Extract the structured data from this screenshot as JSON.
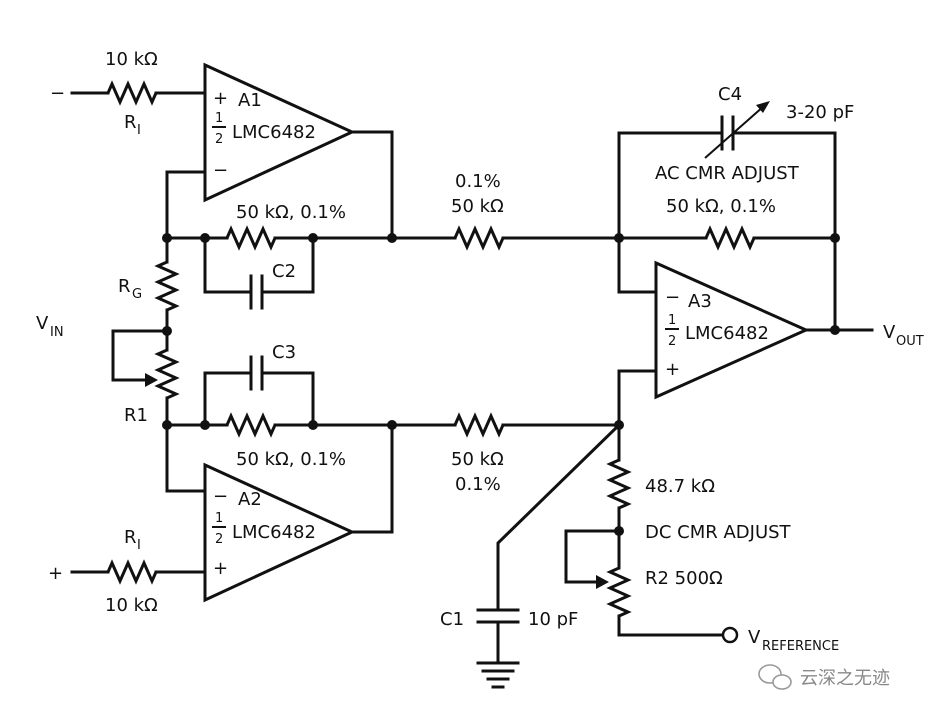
{
  "labels": {
    "input_minus": "−",
    "input_plus": "+",
    "ri_top_value": "10 kΩ",
    "ri_top_name": "R",
    "ri_top_sub": "I",
    "ri_bot_value": "10 kΩ",
    "ri_bot_name": "R",
    "ri_bot_sub": "I",
    "a1_name": "A1",
    "a1_part": "LMC6482",
    "a2_name": "A2",
    "a2_part": "LMC6482",
    "a3_name": "A3",
    "a3_part": "LMC6482",
    "half_num": "1",
    "half_den": "2",
    "plus_sign": "+",
    "minus_sign": "−",
    "fb_top_value": "50 kΩ, 0.1%",
    "fb_bot_value": "50 kΩ, 0.1%",
    "c2": "C2",
    "c3": "C3",
    "rg_name": "R",
    "rg_sub": "G",
    "r1": "R1",
    "vin_name": "V",
    "vin_sub": "IN",
    "mid_top_tol": "0.1%",
    "mid_top_value": "50 kΩ",
    "mid_bot_value": "50 kΩ",
    "mid_bot_tol": "0.1%",
    "c4": "C4",
    "c4_range": "3-20 pF",
    "ac_cmr": "AC CMR ADJUST",
    "a3_fb_value": "50 kΩ, 0.1%",
    "vout_name": "V",
    "vout_sub": "OUT",
    "r_487": "48.7 kΩ",
    "dc_cmr": "DC CMR ADJUST",
    "r2": "R2  500Ω",
    "c1": "C1",
    "c1_value": "10 pF",
    "vref_name": "V",
    "vref_sub": "REFERENCE",
    "watermark": "云深之无迹"
  },
  "icons": {
    "watermark_logo": "wechat-logo-icon",
    "ground": "ground-icon",
    "variable_cap": "variable-capacitor-icon",
    "potentiometer": "potentiometer-icon"
  },
  "colors": {
    "ink": "#111111",
    "background": "#ffffff"
  }
}
